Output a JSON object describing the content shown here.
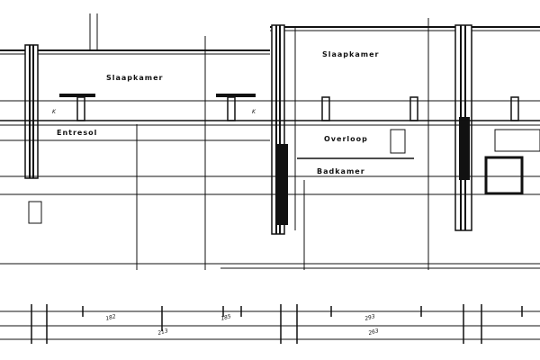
{
  "rooms": {
    "slaapkamer_left": "Slaapkamer",
    "slaapkamer_right": "Slaapkamer",
    "entresol": "Entresol",
    "overloop": "Overloop",
    "badkamer": "Badkamer",
    "k_left": "K",
    "k_mid": "K"
  },
  "dimensions": {
    "d1": "182",
    "d2": "185",
    "d3": "293",
    "d4": "213",
    "d5": "263"
  }
}
